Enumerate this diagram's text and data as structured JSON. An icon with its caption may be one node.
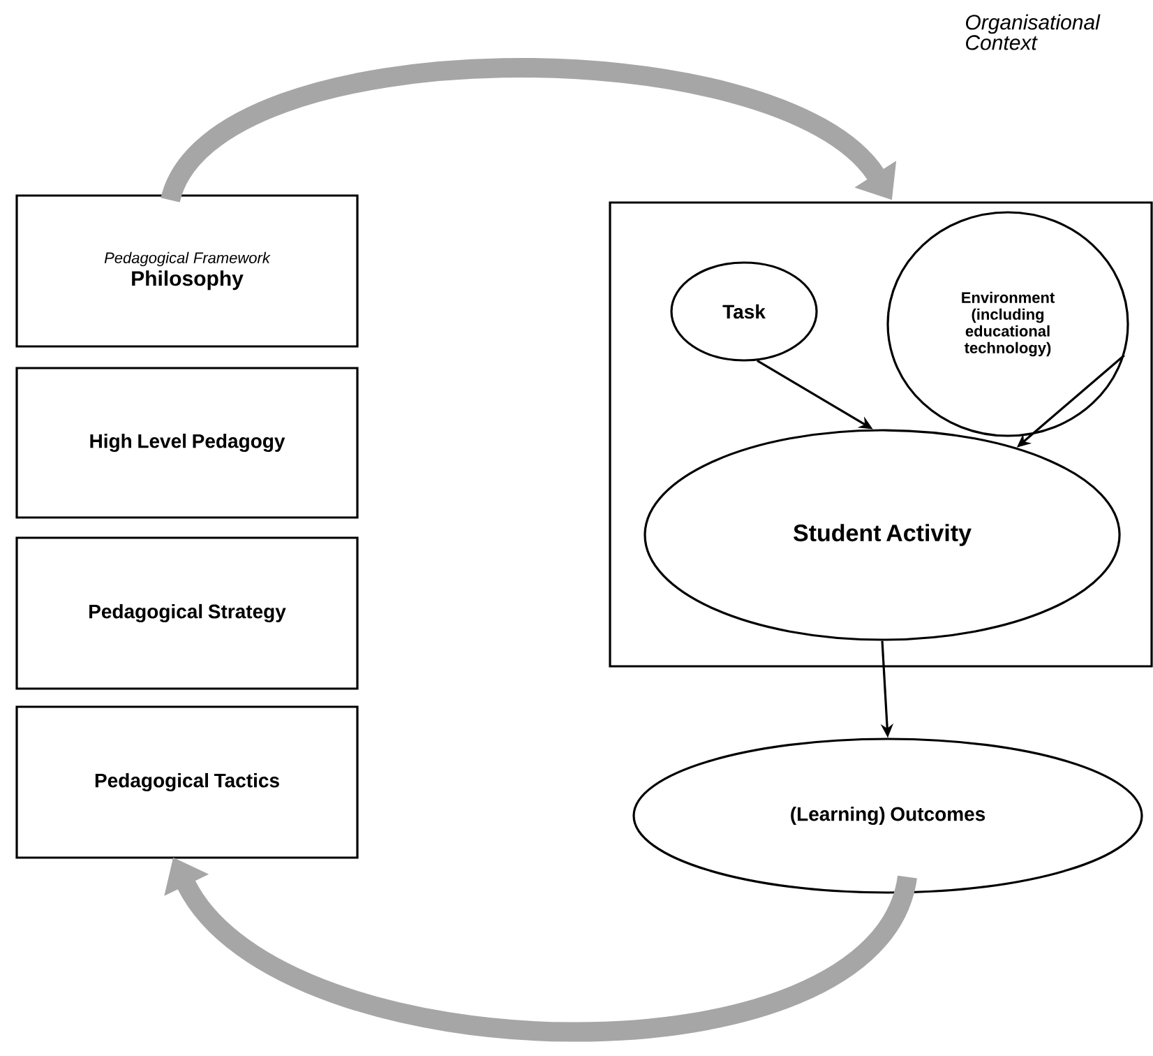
{
  "diagram": {
    "nodes": [
      {
        "text": [
          "Pedagogical Framework",
          "Philosophy"
        ]
      },
      {
        "text": [
          "High Level Pedagogy"
        ]
      },
      {
        "text": [
          "Pedagogical Strategy"
        ]
      },
      {
        "text": [
          "Pedagogical Tactics"
        ]
      },
      {
        "text": [],
        "shape": "box"
      },
      {
        "text": [
          "Task"
        ],
        "in": 4
      },
      {
        "text": [
          "Environment (including educational technology)"
        ],
        "in": 4
      },
      {
        "text": [
          "Student Activity"
        ],
        "in": 4
      },
      {
        "text": [
          "(Learning) Outcomes"
        ]
      }
    ],
    "edges": [
      {
        "from": 0,
        "to": 4,
        "arrow": "to",
        "style": "thick",
        "color": "#a6a6a6"
      },
      {
        "from": 5,
        "to": 7,
        "arrow": "to"
      },
      {
        "from": 6,
        "to": 7,
        "arrow": "to"
      },
      {
        "from": 7,
        "to": 8,
        "arrow": "to"
      },
      {
        "from": 8,
        "to": 3,
        "arrow": "to",
        "style": "thick",
        "color": "#a6a6a6"
      }
    ],
    "labels": [
      "Organisational Context"
    ]
  }
}
